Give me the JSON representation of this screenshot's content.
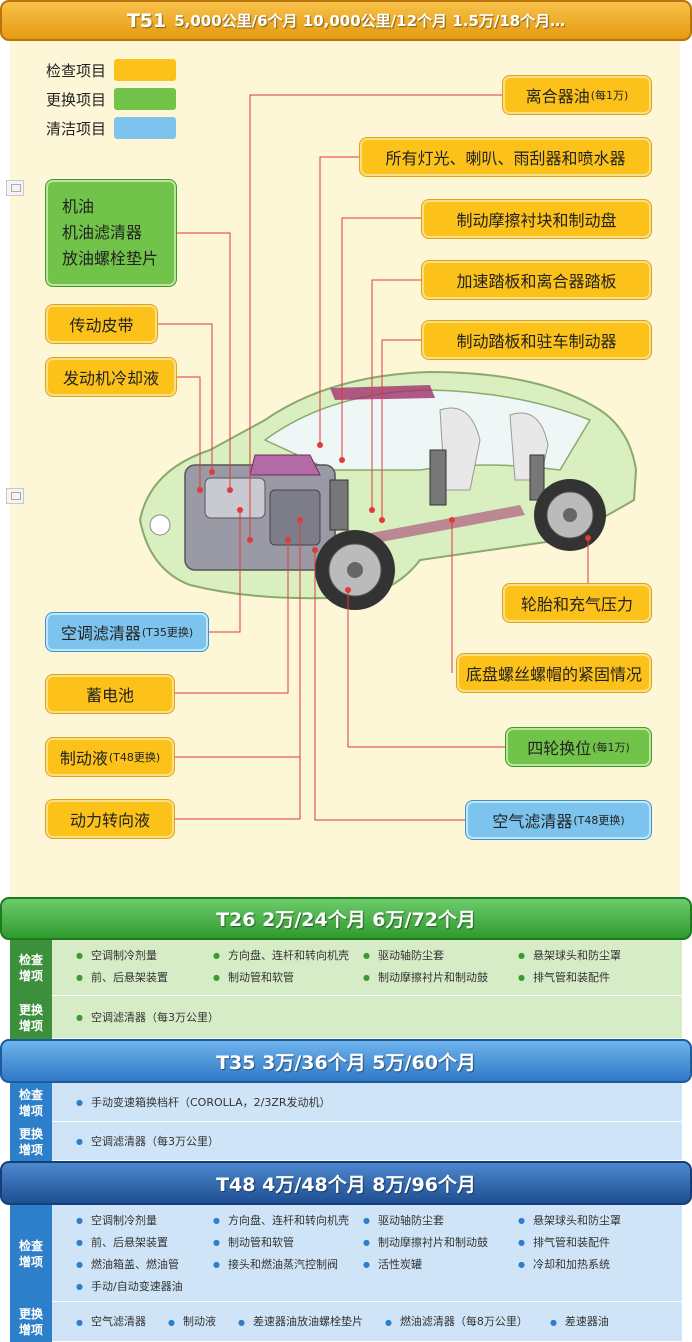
{
  "t51": {
    "code": "T51",
    "title": "5,000公里/6个月 10,000公里/12个月 1.5万/18个月…"
  },
  "legend": [
    {
      "label": "检查项目",
      "color": "#fcc219"
    },
    {
      "label": "更换项目",
      "color": "#72c34a"
    },
    {
      "label": "清洁项目",
      "color": "#7cc4ee"
    }
  ],
  "labels": {
    "clutch_oil": "离合器油",
    "clutch_oil_note": "(每1万)",
    "lights": "所有灯光、喇叭、雨刮器和喷水器",
    "brake_pad_disc": "制动摩擦衬块和制动盘",
    "pedals": "加速踏板和离合器踏板",
    "brake_pedal": "制动踏板和驻车制动器",
    "oil_items": [
      "机油",
      "机油滤清器",
      "放油螺栓垫片"
    ],
    "belt": "传动皮带",
    "coolant": "发动机冷却液",
    "tire": "轮胎和充气压力",
    "ac_filter": "空调滤清器",
    "ac_filter_note": "(T35更换)",
    "chassis_bolts": "底盘螺丝螺帽的紧固情况",
    "battery": "蓄电池",
    "rotation": "四轮换位",
    "rotation_note": "(每1万)",
    "brake_fluid": "制动液",
    "brake_fluid_note": "(T48更换)",
    "air_filter": "空气滤清器",
    "air_filter_note": "(T48更换)",
    "power_steering": "动力转向液"
  },
  "t26": {
    "title": "T26  2万/24个月  6万/72个月",
    "check_tag": [
      "检查",
      "增项"
    ],
    "check_items": [
      "空调制冷剂量",
      "方向盘、连杆和转向机壳",
      "驱动轴防尘套",
      "悬架球头和防尘罩",
      "前、后悬架装置",
      "制动管和软管",
      "制动摩擦衬片和制动鼓",
      "排气管和装配件"
    ],
    "replace_tag": [
      "更换",
      "增项"
    ],
    "replace_items": [
      "空调滤清器（每3万公里）"
    ]
  },
  "t35": {
    "title": "T35  3万/36个月  5万/60个月",
    "check_tag": [
      "检查",
      "增项"
    ],
    "check_items": [
      "手动变速箱换档杆（COROLLA，2/3ZR发动机）"
    ],
    "replace_tag": [
      "更换",
      "增项"
    ],
    "replace_items": [
      "空调滤清器（每3万公里）"
    ]
  },
  "t48": {
    "title": "T48  4万/48个月  8万/96个月",
    "check_tag": [
      "检查",
      "增项"
    ],
    "check_items": [
      "空调制冷剂量",
      "方向盘、连杆和转向机壳",
      "驱动轴防尘套",
      "悬架球头和防尘罩",
      "前、后悬架装置",
      "制动管和软管",
      "制动摩擦衬片和制动鼓",
      "排气管和装配件",
      "燃油箱盖、燃油管",
      "接头和燃油蒸汽控制阀",
      "活性炭罐",
      "冷却和加热系统",
      "手动/自动变速器油"
    ],
    "replace_tag": [
      "更换",
      "增项"
    ],
    "replace_items": [
      "空气滤清器",
      "制动液",
      "差速器油放油螺栓垫片",
      "燃油滤清器（每8万公里）",
      "差速器油"
    ]
  }
}
